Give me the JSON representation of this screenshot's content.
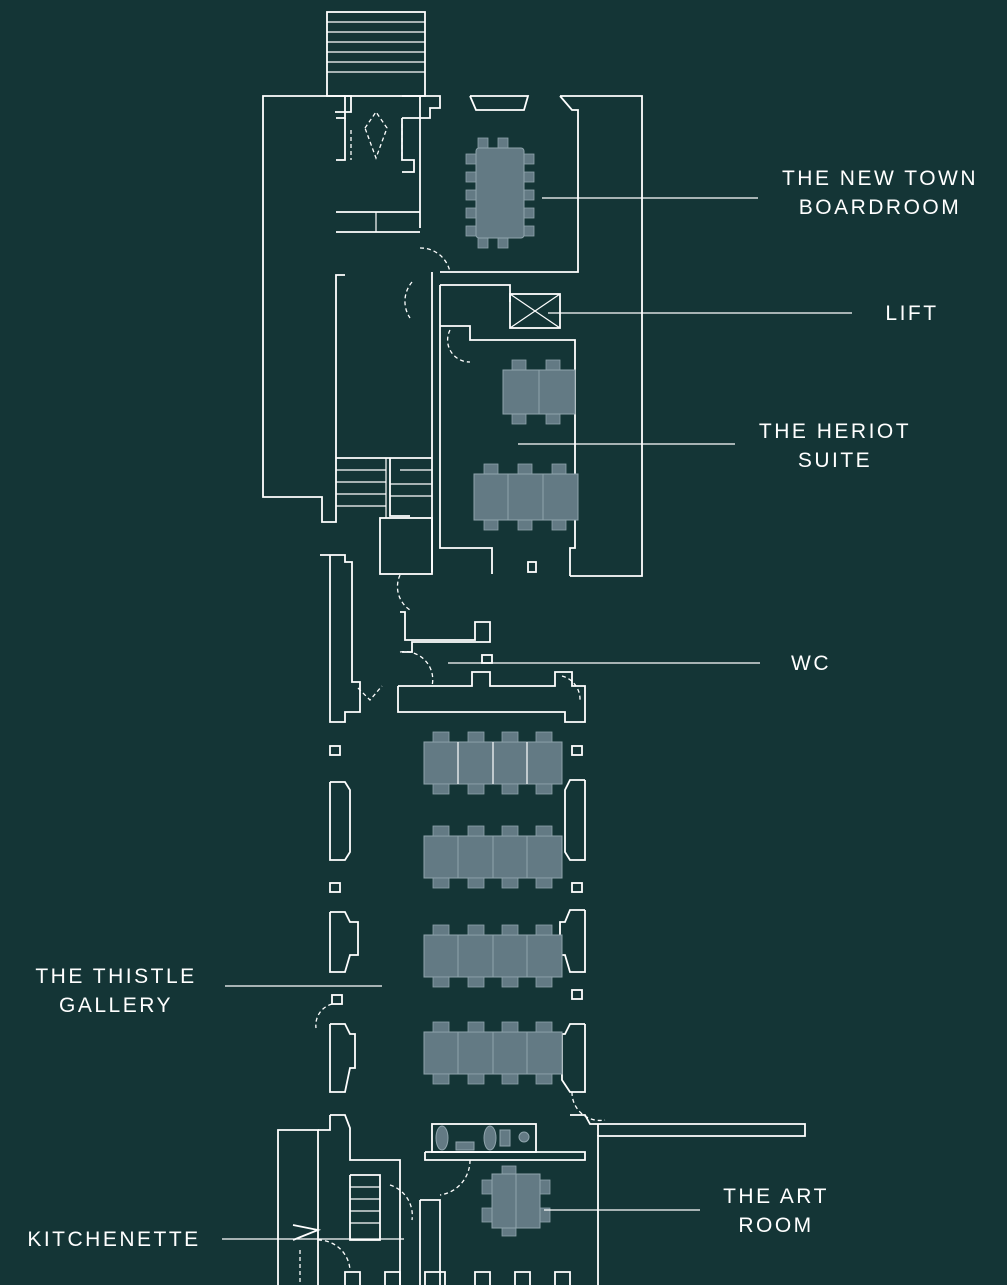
{
  "colors": {
    "background": "#143536",
    "line": "#ffffff",
    "furniture": "#637a84"
  },
  "rooms": {
    "new_town": {
      "line1": "THE NEW TOWN",
      "line2": "BOARDROOM"
    },
    "lift": {
      "line1": "LIFT"
    },
    "heriot": {
      "line1": "THE HERIOT",
      "line2": "SUITE"
    },
    "wc": {
      "line1": "WC"
    },
    "thistle": {
      "line1": "THE THISTLE",
      "line2": "GALLERY"
    },
    "art_room": {
      "line1": "THE ART",
      "line2": "ROOM"
    },
    "kitchenette": {
      "line1": "KITCHENETTE"
    }
  }
}
